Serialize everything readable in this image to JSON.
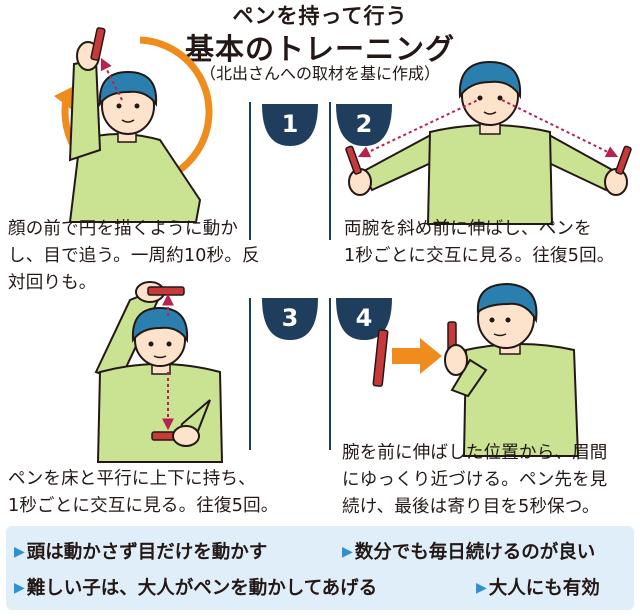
{
  "title": {
    "line1": "ペンを持って行う",
    "line2": "基本のトレーニング",
    "source": "（北出さんへの取材を基に作成）"
  },
  "panels": [
    {
      "number": "1",
      "caption": [
        "顔の前で円を描くように動か",
        "し、目で追う。一周約10秒。反",
        "対回りも。"
      ]
    },
    {
      "number": "2",
      "caption": [
        "両腕を斜め前に伸ばし、ペンを",
        "1秒ごとに交互に見る。往復5回。"
      ]
    },
    {
      "number": "3",
      "caption": [
        "ペンを床と平行に上下に持ち、",
        "1秒ごとに交互に見る。往復5回。"
      ]
    },
    {
      "number": "4",
      "caption": [
        "腕を前に伸ばした位置から、眉間",
        "にゆっくり近づける。ペン先を見",
        "続け、最後は寄り目を5秒保つ。"
      ]
    }
  ],
  "tips": [
    "頭は動かさず目だけを動かす",
    "数分でも毎日続けるのが良い",
    "難しい子は、大人がペンを動かしてあげる",
    "大人にも有効"
  ],
  "colors": {
    "skin": "#fde3cb",
    "hair": "#2a7fae",
    "shirt": "#c9e393",
    "outline": "#231815",
    "orange": "#f08c1e",
    "arrow": "#b5234e",
    "pen": "#c83a3a",
    "number_badge": "#1f3d5c",
    "tips_bg": "#dfeef8",
    "tip_marker": "#2f8fd3"
  }
}
